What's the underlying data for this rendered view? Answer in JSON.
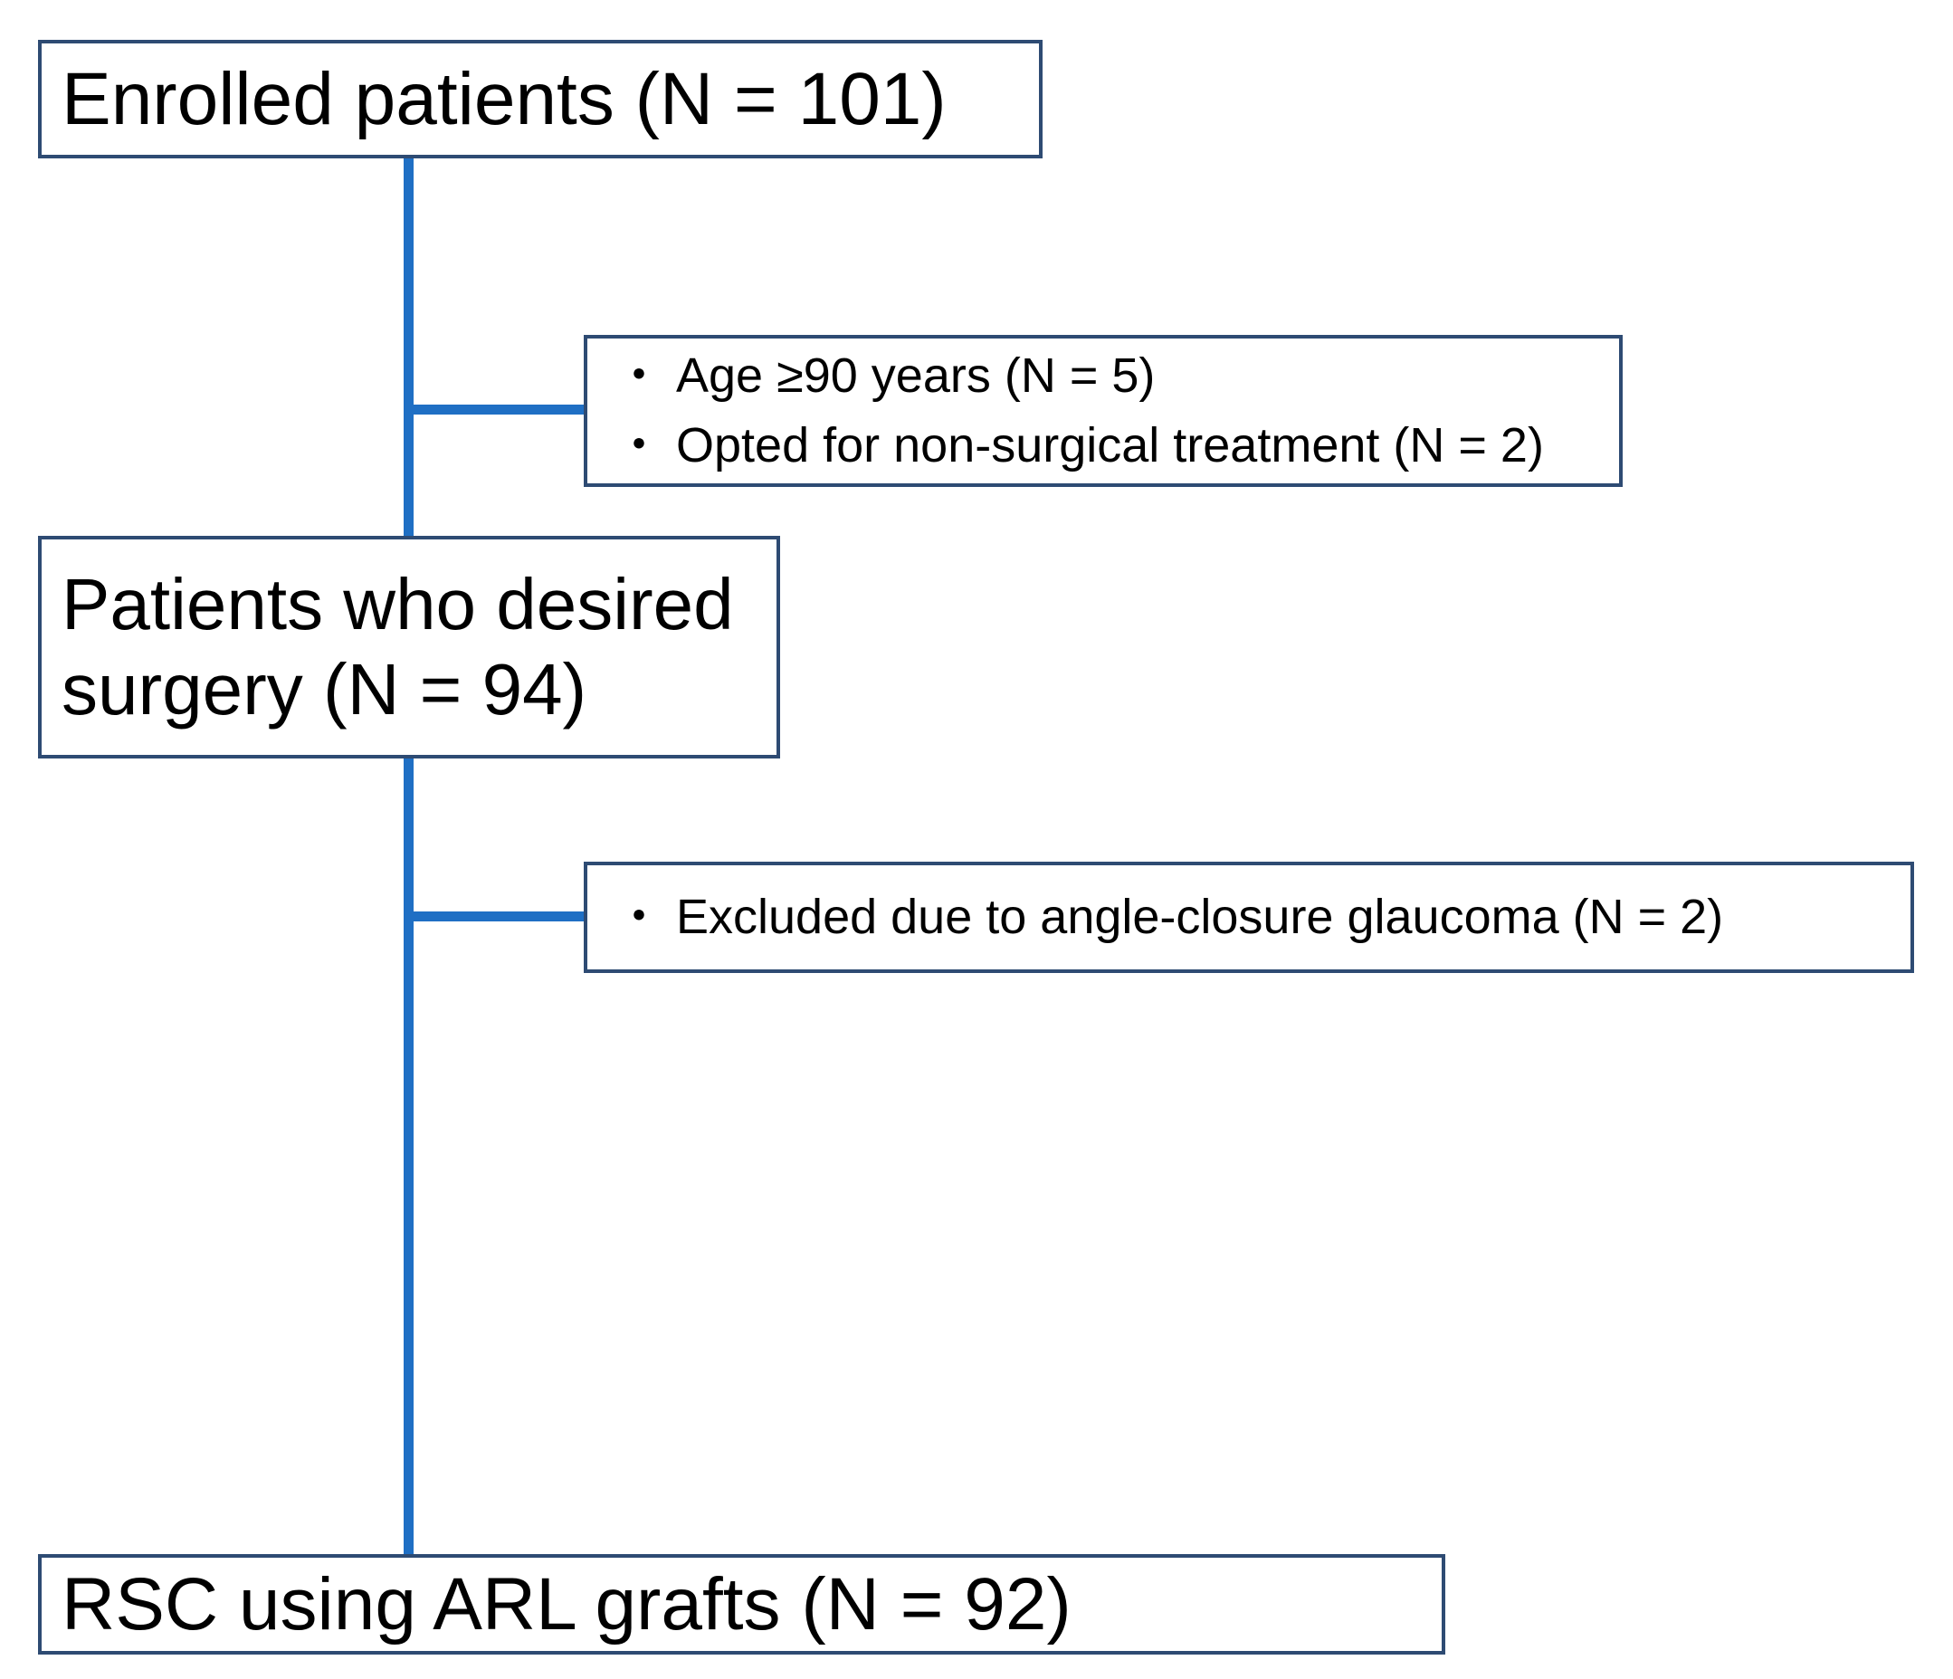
{
  "diagram": {
    "title": "Patient enrollment flow diagram",
    "colors": {
      "box_border": "#2e4b73",
      "connector": "#1f6fc4",
      "text": "#000000",
      "background": "#ffffff"
    },
    "nodes": {
      "enrolled": {
        "label": "Enrolled patients (N = 101)",
        "count": 101
      },
      "desired_surgery": {
        "label": "Patients who desired\nsurgery (N = 94)",
        "count": 94
      },
      "final": {
        "label": "RSC using ARL grafts (N = 92)",
        "count": 92
      }
    },
    "exclusions": [
      {
        "name": "exclusion-after-enrollment",
        "bullet": "・",
        "items": [
          {
            "text": "Age ≥90 years (N = 5)",
            "count": 5
          },
          {
            "text": "Opted for non-surgical treatment (N = 2)",
            "count": 2
          }
        ]
      },
      {
        "name": "exclusion-after-desired-surgery",
        "bullet": "・",
        "items": [
          {
            "text": "Excluded due to angle-closure glaucoma (N = 2)",
            "count": 2
          }
        ]
      }
    ]
  }
}
